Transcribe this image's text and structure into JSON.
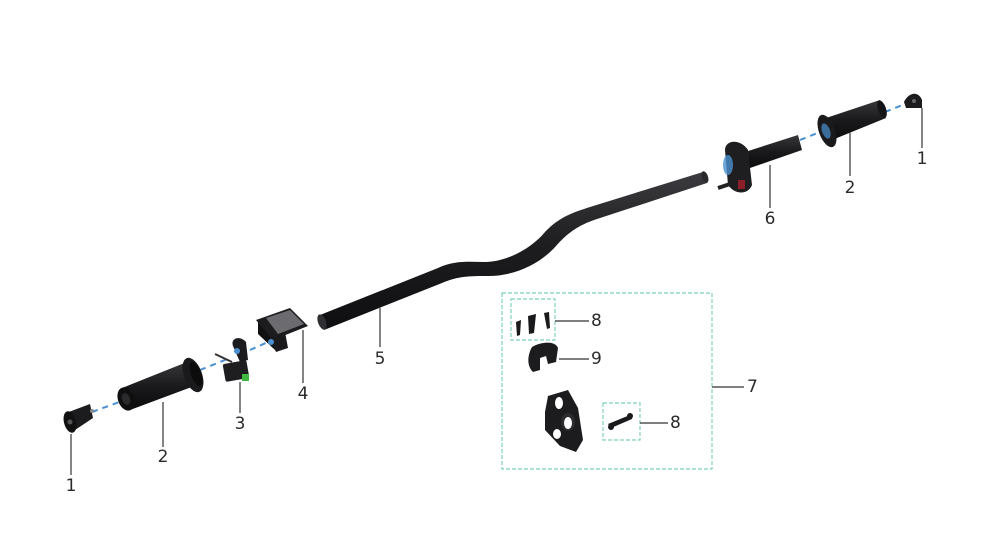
{
  "diagram": {
    "type": "exploded-parts-view",
    "subject": "handlebar assembly",
    "colors": {
      "background": "#ffffff",
      "part_fill": "#1c1c1e",
      "part_highlight": "#3a3a3d",
      "axis_dash": "#4a90d0",
      "kit_box_border": "#7fd1bf",
      "leader_line": "#333333",
      "label_text": "#2a2a2a",
      "switch_led": "#3fb93f",
      "throttle_red": "#8a1f2a",
      "display_screen": "#6b6b70"
    },
    "parts": [
      {
        "number": "1",
        "name": "bar-end-cap-left"
      },
      {
        "number": "2",
        "name": "grip-left"
      },
      {
        "number": "3",
        "name": "control-switch"
      },
      {
        "number": "4",
        "name": "display-unit"
      },
      {
        "number": "5",
        "name": "handlebar"
      },
      {
        "number": "6",
        "name": "throttle-assembly"
      },
      {
        "number": "2",
        "name": "grip-right"
      },
      {
        "number": "1",
        "name": "bar-end-cap-right"
      },
      {
        "number": "7",
        "name": "mount-kit"
      },
      {
        "number": "8",
        "name": "screw-set"
      },
      {
        "number": "9",
        "name": "clamp-clip"
      },
      {
        "number": "8",
        "name": "pin-set"
      }
    ]
  },
  "callouts": {
    "left_end_cap": "1",
    "left_grip": "2",
    "switch": "3",
    "display": "4",
    "handlebar": "5",
    "throttle": "6",
    "right_grip": "2",
    "right_end_cap": "1",
    "kit": "7",
    "kit_screws": "8",
    "kit_clip": "9",
    "kit_pins": "8"
  }
}
